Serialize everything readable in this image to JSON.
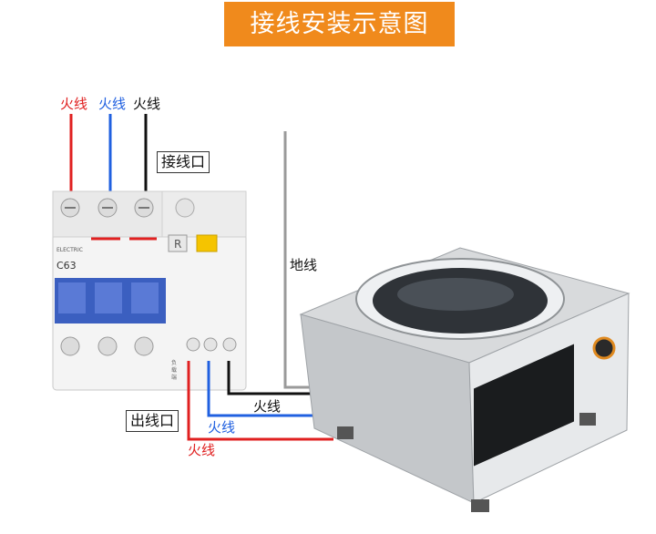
{
  "title": "接线安装示意图",
  "colors": {
    "title_bg": "#f08a1c",
    "live_red": "#e02020",
    "live_blue": "#2060e0",
    "live_black": "#111111",
    "ground_gray": "#9a9a9a",
    "breaker_handle": "#3b5fc0",
    "test_button": "#f5c400"
  },
  "labels": {
    "top_wires": [
      {
        "text": "火线",
        "color": "#e02020"
      },
      {
        "text": "火线",
        "color": "#2060e0"
      },
      {
        "text": "火线",
        "color": "#111111"
      }
    ],
    "inlet": "接线口",
    "outlet": "出线口",
    "ground": "地线",
    "out_wires": [
      {
        "text": "火线",
        "color": "#111111"
      },
      {
        "text": "火线",
        "color": "#2060e0"
      },
      {
        "text": "火线",
        "color": "#e02020"
      }
    ]
  },
  "breaker": {
    "brand": "ELECTRIC",
    "rating": "C63",
    "reset_key": "R",
    "load_side": "负载端"
  },
  "icons": [
    "circuit-breaker-image",
    "induction-wok-stove-image"
  ]
}
